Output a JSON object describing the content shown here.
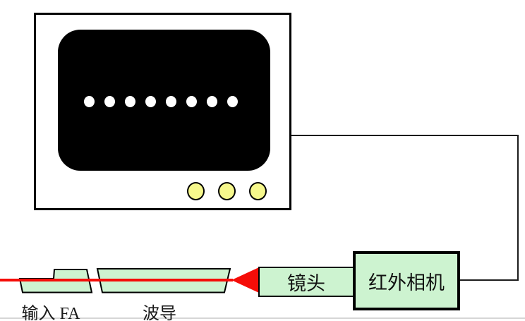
{
  "diagram": {
    "title_hint": "infrared camera waveguide inspection setup",
    "labels": {
      "input_fa": "输入 FA",
      "waveguide": "波导",
      "lens": "镜头",
      "ir_camera": "红外相机"
    },
    "monitor": {
      "screen_dot_count": 8,
      "button_count": 3
    },
    "colors": {
      "component_fill": "#cdf3d0",
      "button_fill": "#f6f88c",
      "beam": "#f50d08",
      "outline": "#000000",
      "wire": "#1c1c1c",
      "bottom_rule": "#d6d6d6"
    }
  }
}
